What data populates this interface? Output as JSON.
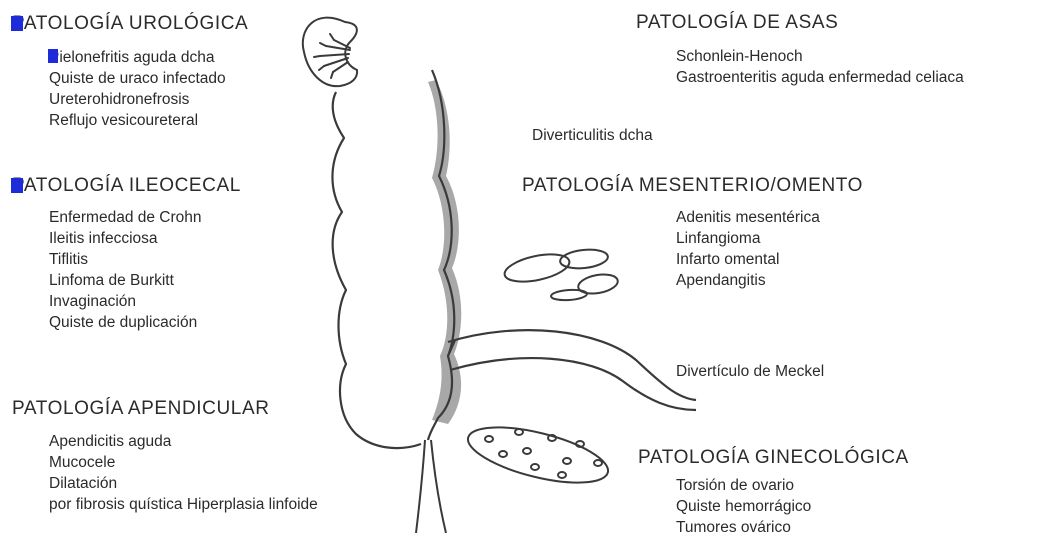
{
  "colors": {
    "line": "#3a3a3a",
    "shadow": "#a8a8a8",
    "highlight": "#1e2bd8",
    "text": "#2b2b2b"
  },
  "sections": {
    "urologica": {
      "title": "PATOLOGÍA UROLÓGICA",
      "items": [
        "Pielonefritis aguda dcha",
        "Quiste de uraco infectado",
        "Ureterohidronefrosis",
        "Reflujo vesicoureteral"
      ]
    },
    "ileocecal": {
      "title": "PATOLOGÍA ILEOCECAL",
      "items": [
        "Enfermedad de Crohn",
        "Ileitis infecciosa",
        "Tiflitis",
        "Linfoma de Burkitt",
        "Invaginación",
        "Quiste de duplicación"
      ]
    },
    "apendicular": {
      "title": "PATOLOGÍA APENDICULAR",
      "items": [
        "Apendicitis aguda",
        "Mucocele",
        "Dilatación",
        "por fibrosis quística Hiperplasia linfoide"
      ]
    },
    "asas": {
      "title": "PATOLOGÍA DE ASAS",
      "items": [
        "Schonlein-Henoch",
        "Gastroenteritis aguda enfermedad celiaca"
      ]
    },
    "diverticulitis": {
      "label": "Diverticulitis dcha"
    },
    "mesenterio": {
      "title": "PATOLOGÍA MESENTERIO/OMENTO",
      "items": [
        "Adenitis mesentérica",
        "Linfangioma",
        "Infarto omental",
        "Apendangitis"
      ]
    },
    "meckel": {
      "label": "Divertículo de Meckel"
    },
    "ginecologica": {
      "title": "PATOLOGÍA GINECOLÓGICA",
      "items": [
        "Torsión de ovario",
        "Quiste hemorrágico",
        "Tumores ovárico"
      ]
    }
  }
}
